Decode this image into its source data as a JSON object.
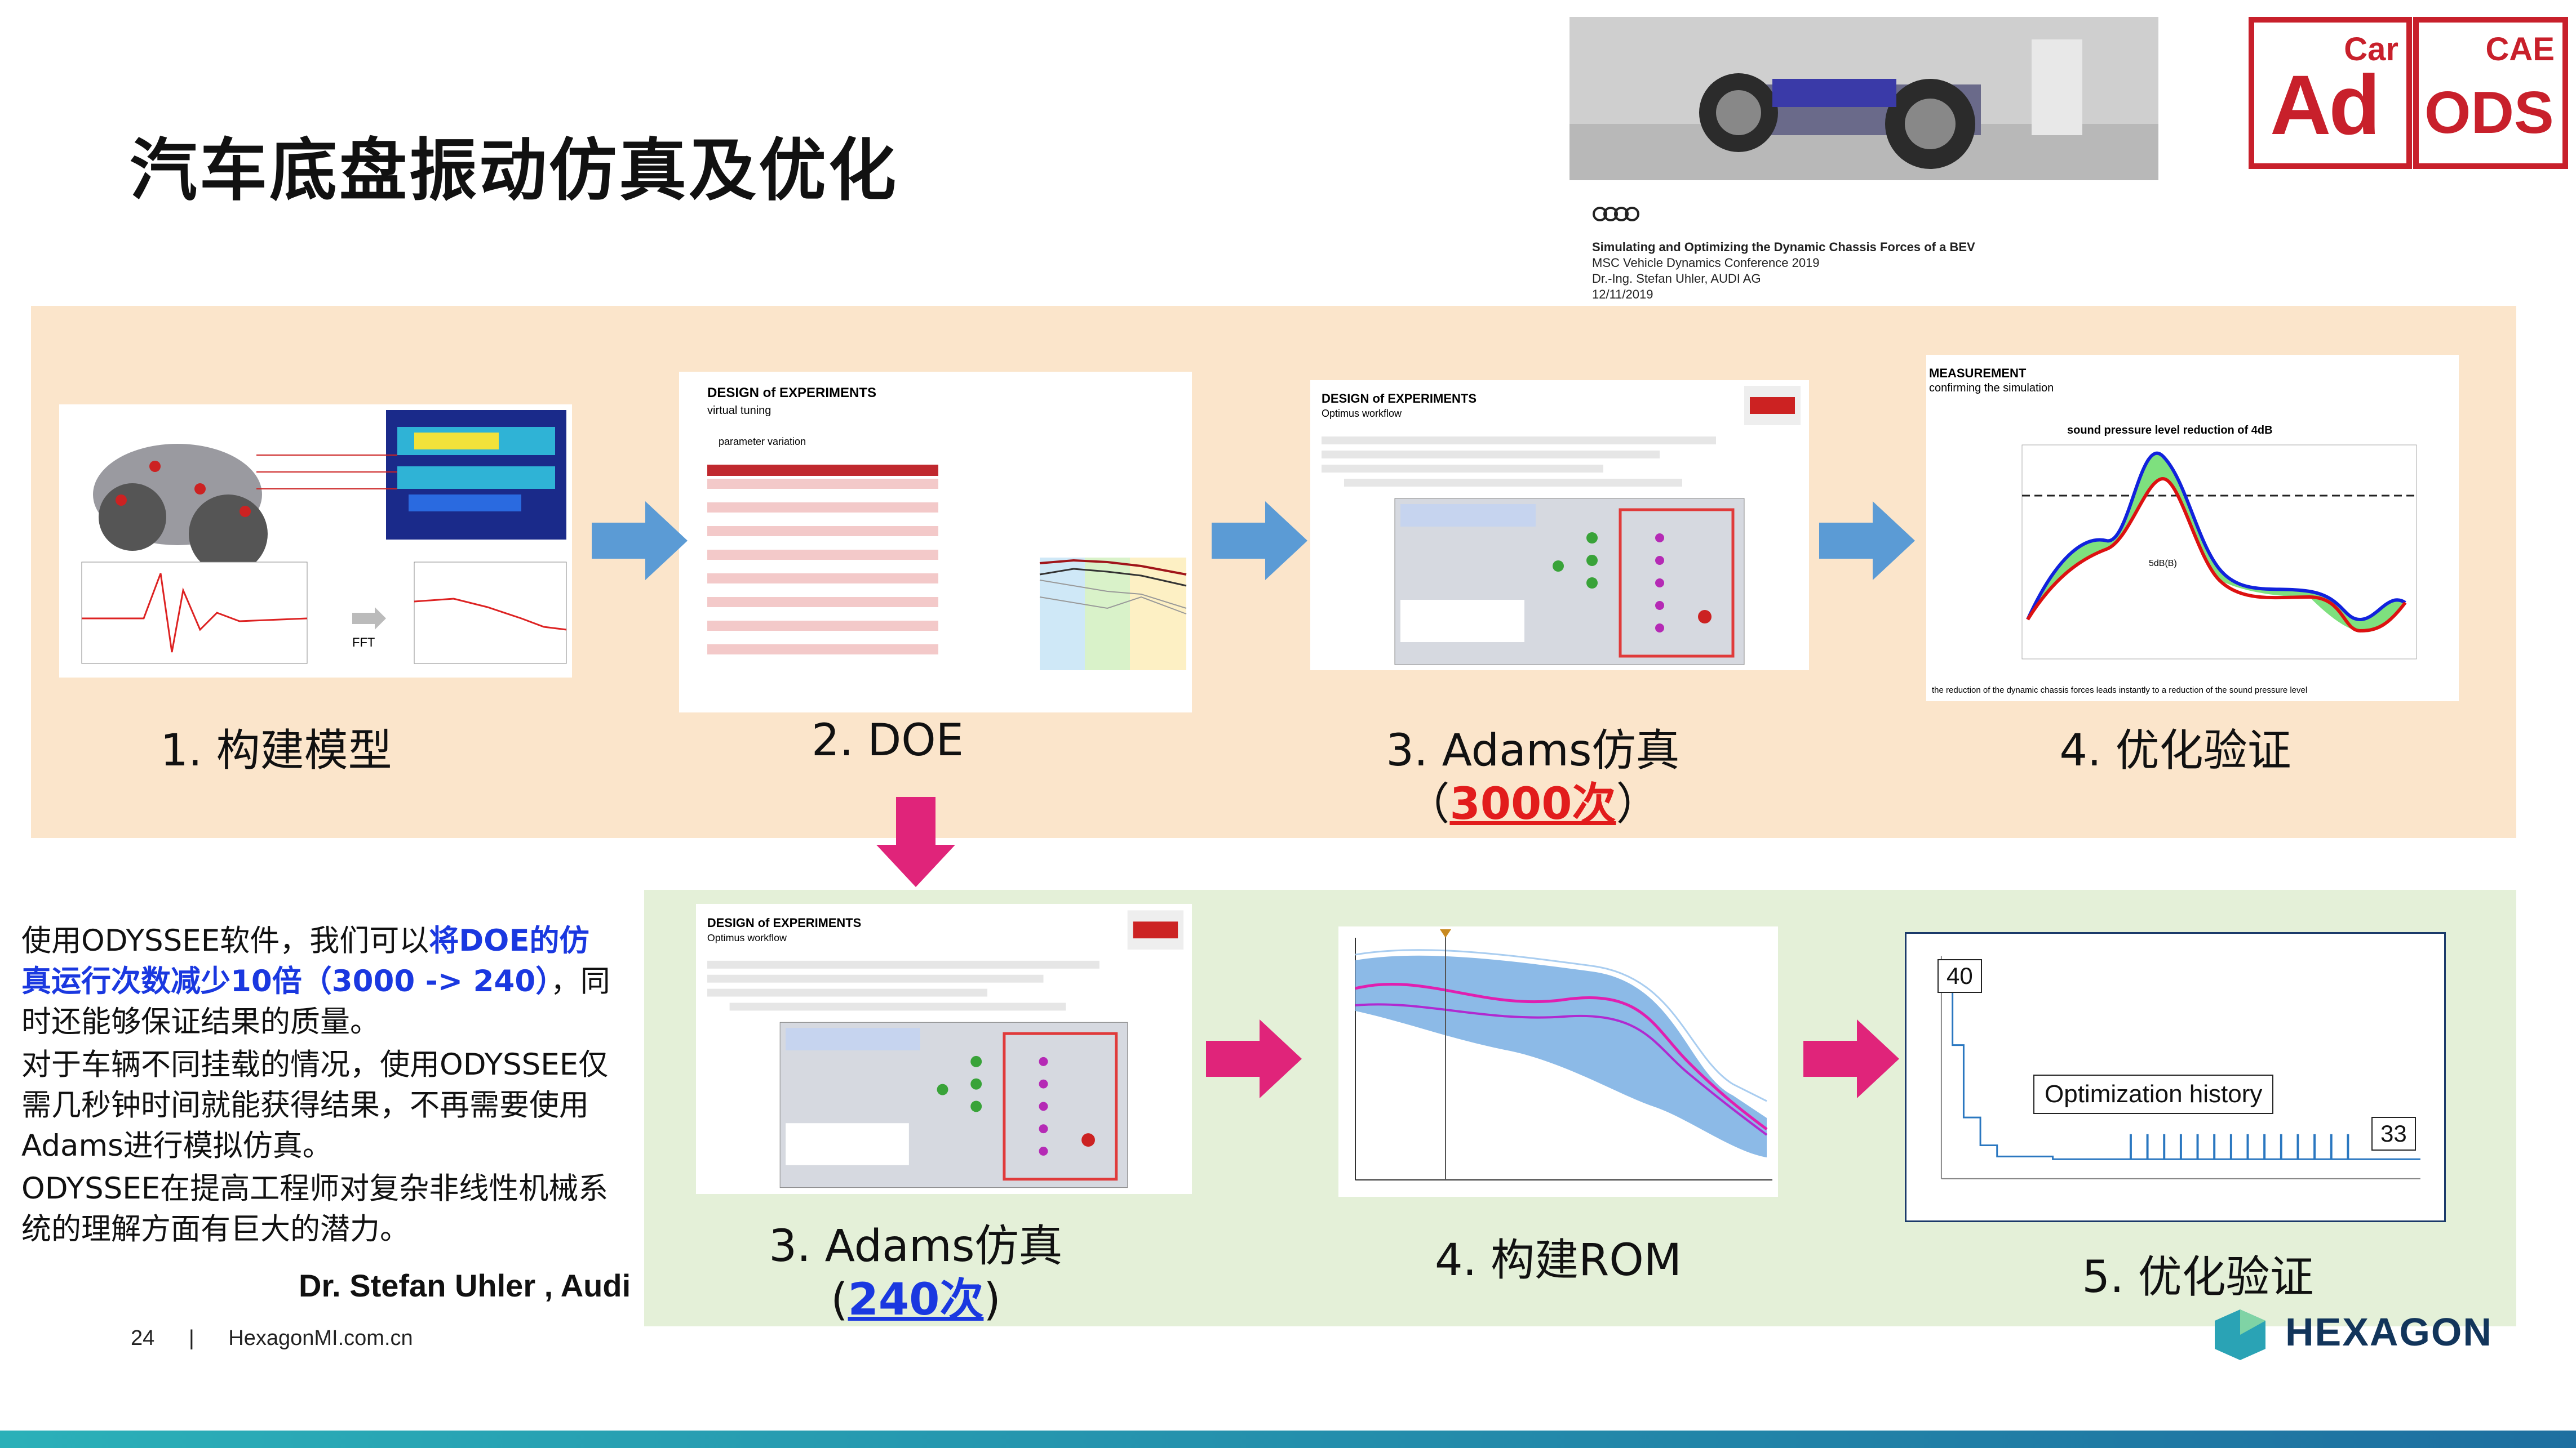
{
  "slide": {
    "title": "汽车底盘振动仿真及优化",
    "page_number": "24",
    "separator": "|",
    "website": "HexagonMI.com.cn",
    "author": "Dr. Stefan Uhler , Audi"
  },
  "header_image": {
    "audi_title": "Simulating and Optimizing the Dynamic Chassis Forces of a BEV",
    "audi_conf": "MSC Vehicle Dynamics Conference 2019",
    "audi_author": "Dr.-Ing. Stefan Uhler, AUDI AG",
    "audi_date": "12/11/2019"
  },
  "logos": {
    "car": "Car",
    "ad": "Ad",
    "cae": "CAE",
    "ods": "ODS",
    "hexagon": "HEXAGON"
  },
  "top_steps": [
    {
      "label": "1. 构建模型"
    },
    {
      "label": "2. DOE"
    },
    {
      "label": "3. Adams仿真",
      "open": "（",
      "count": "3000次",
      "close": "）"
    },
    {
      "label": "4. 优化验证"
    }
  ],
  "bottom_steps": [
    {
      "label": "3. Adams仿真",
      "open": "(",
      "count": "240次",
      "close": ")"
    },
    {
      "label": "4. 构建ROM"
    },
    {
      "label": "5. 优化验证"
    }
  ],
  "thumbs": {
    "doe_title": "DESIGN of EXPERIMENTS",
    "doe_subtitle": "virtual tuning",
    "doe_param": "parameter variation",
    "opt_title": "DESIGN of EXPERIMENTS",
    "opt_subtitle": "Optimus workflow",
    "meas_title": "MEASUREMENT",
    "meas_subtitle": "confirming the simulation",
    "meas_chart_title": "sound pressure level reduction of 4dB",
    "meas_note": "the reduction of the dynamic chassis forces leads instantly to a reduction of the sound pressure level",
    "meas_delta": "5dB(B)",
    "fft": "FFT",
    "opt_hist_label": "Optimization history",
    "opt_hist_start": "40",
    "opt_hist_end": "33"
  },
  "body": {
    "p1_a": "使用ODYSSEE软件，我们可以",
    "p1_b": "将DOE的仿真运行次数减少10倍（3000 -> 240）",
    "p1_c": "，同时还能够保证结果的质量。",
    "p2": "对于车辆不同挂载的情况，使用ODYSSEE仅需几秒钟时间就能获得结果，不再需要使用Adams进行模拟仿真。",
    "p3": "ODYSSEE在提高工程师对复杂非线性机械系统的理解方面有巨大的潜力。"
  },
  "colors": {
    "top_panel": "#fbe5cb",
    "bottom_panel": "#e4f0d8",
    "blue_arrow": "#5b9bd5",
    "pink_arrow": "#e0247a",
    "highlight_red": "#e21c1c",
    "highlight_blue": "#1a38e0"
  }
}
